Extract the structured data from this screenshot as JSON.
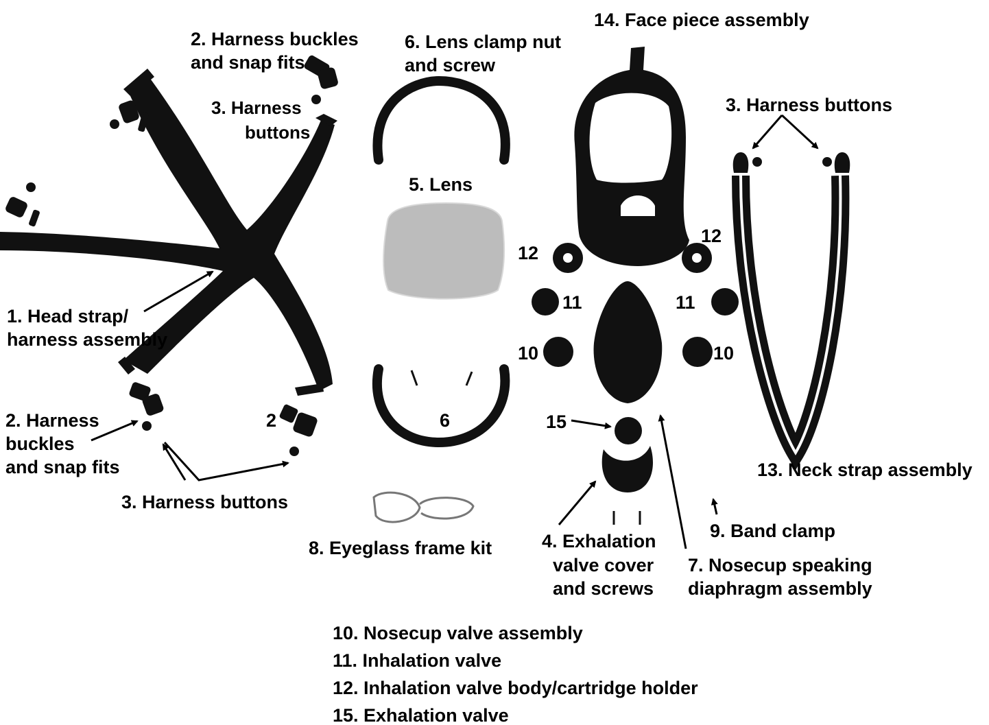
{
  "colors": {
    "ink": "#111111",
    "lens": "#bcbcbc",
    "background": "#ffffff"
  },
  "labels": {
    "face_piece": "14. Face piece assembly",
    "buckles_top_1": "2. Harness buckles",
    "buckles_top_2": "and snap fits",
    "lens_clamp_1": "6. Lens clamp nut",
    "lens_clamp_2": "and screw",
    "buttons_top_mid_1": "3. Harness",
    "buttons_top_mid_2": "buttons",
    "buttons_top_right": "3. Harness buttons",
    "lens": "5. Lens",
    "num_12_left": "12",
    "num_12_right": "12",
    "num_11_left": "11",
    "num_11_right": "11",
    "num_10_left": "10",
    "num_10_right": "10",
    "head_strap_1": "1. Head strap/",
    "head_strap_2": "harness assembly",
    "buckles_bottom_1": "2. Harness",
    "buckles_bottom_2": "buckles",
    "buckles_bottom_3": "and snap fits",
    "num_2": "2",
    "num_6": "6",
    "num_15": "15",
    "neck_strap": "13. Neck strap assembly",
    "buttons_bottom": "3. Harness buttons",
    "band_clamp": "9. Band clamp",
    "eyeglass": "8. Eyeglass frame kit",
    "exhalation_cover_1": "4. Exhalation",
    "exhalation_cover_2": "valve cover",
    "exhalation_cover_3": "and screws",
    "nosecup_1": "7. Nosecup speaking",
    "nosecup_2": "diaphragm assembly",
    "legend_10": "10. Nosecup valve assembly",
    "legend_11": "11. Inhalation valve",
    "legend_12": "12. Inhalation valve body/cartridge holder",
    "legend_15": "15. Exhalation valve"
  }
}
